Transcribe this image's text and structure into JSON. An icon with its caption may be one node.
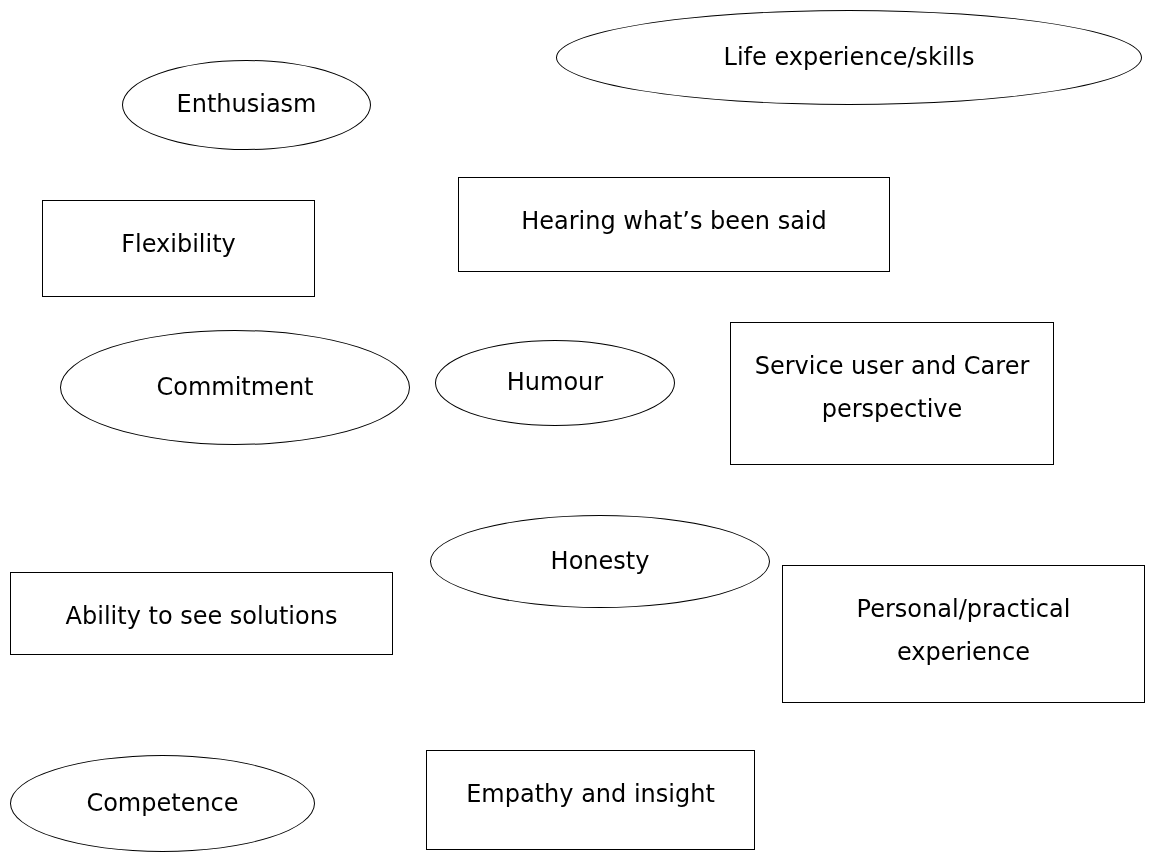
{
  "diagram": {
    "nodes": [
      {
        "text": [
          "Life experience/skills"
        ]
      },
      {
        "text": [
          "Enthusiasm"
        ]
      },
      {
        "text": [
          "Flexibility"
        ]
      },
      {
        "text": [
          "Hearing what’s been said"
        ]
      },
      {
        "text": [
          "Service user and Carer perspective"
        ]
      },
      {
        "text": [
          "Humour"
        ]
      },
      {
        "text": [
          "Commitment"
        ]
      },
      {
        "text": [
          "Honesty"
        ]
      },
      {
        "text": [
          "Ability to see solutions"
        ]
      },
      {
        "text": [
          "Personal/practical experience"
        ]
      },
      {
        "text": [
          "Competence"
        ]
      },
      {
        "text": [
          "Empathy and insight"
        ]
      }
    ]
  }
}
